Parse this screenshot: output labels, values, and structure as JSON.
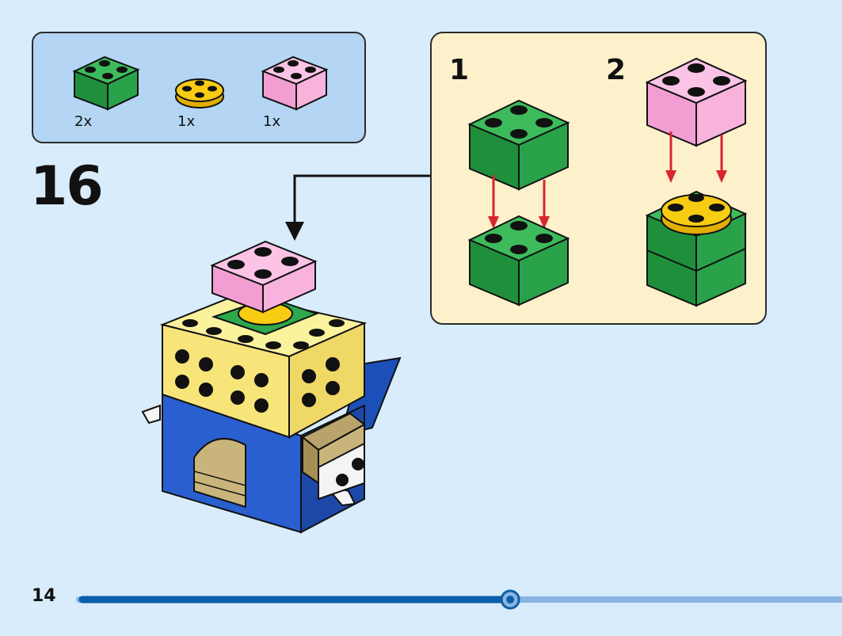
{
  "page": {
    "step_number": "16",
    "page_number": "14",
    "progress_fraction": 0.565
  },
  "parts_list": {
    "items": [
      {
        "name": "green-2x2-brick",
        "qty": "2x",
        "color": "#2ea84a"
      },
      {
        "name": "yellow-round-plate",
        "qty": "1x",
        "color": "#f7cc12"
      },
      {
        "name": "pink-2x2-brick",
        "qty": "1x",
        "color": "#f5a8d8"
      }
    ]
  },
  "sub_steps": [
    {
      "number": "1"
    },
    {
      "number": "2"
    }
  ],
  "colors": {
    "background": "#d8ecfb",
    "parts_box": "#b4d5f3",
    "sub_box": "#fdf1cc",
    "progress_done": "#0b5fa8",
    "progress_remaining": "#8cb4e3",
    "arrow_red": "#d8262e"
  }
}
